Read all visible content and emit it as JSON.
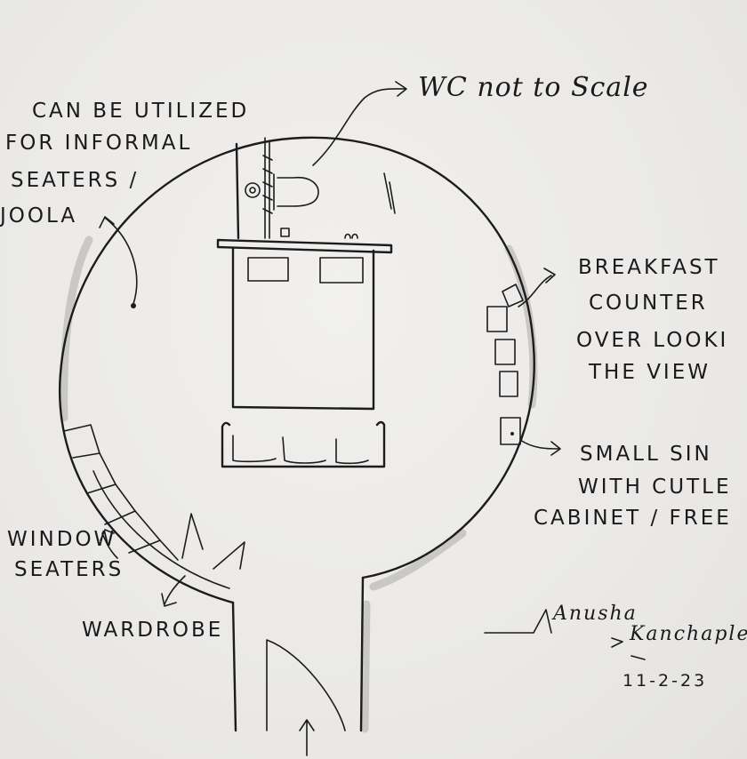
{
  "labels": {
    "wc_note": "WC not to Scale",
    "informal_line1": "CAN BE UTILIZED",
    "informal_line2": "FOR INFORMAL",
    "informal_line3": "SEATERS /",
    "informal_line4": "JOOLA",
    "breakfast_line1": "BREAKFAST",
    "breakfast_line2": "COUNTER",
    "breakfast_line3": "OVER LOOKI",
    "breakfast_line4": "THE VIEW",
    "sink_line1": "SMALL SIN",
    "sink_line2": "WITH CUTLE",
    "sink_line3": "CABINET / FREE",
    "window_line1": "WINDOW",
    "window_line2": "SEATERS",
    "wardrobe": "WARDROBE"
  },
  "signature": {
    "first": "Anusha",
    "last": "Kanchaplea",
    "date": "11-2-23"
  },
  "colors": {
    "ink": "#1c1c1c",
    "paper": "#ecebea",
    "shadow": "#c9c8c6"
  }
}
